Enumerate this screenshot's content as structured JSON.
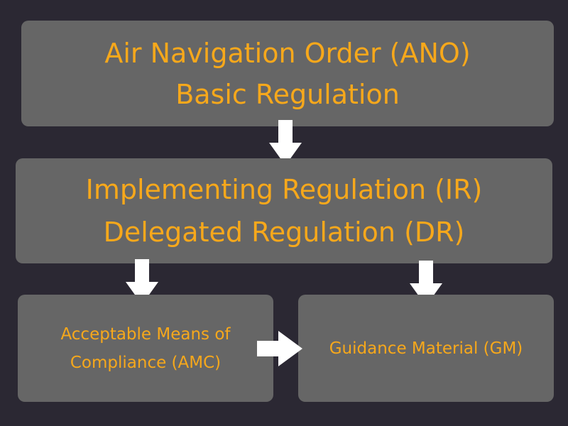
{
  "colors": {
    "background": "#2b2833",
    "box_fill": "#666666",
    "text": "#f7a81b",
    "arrow": "#ffffff"
  },
  "boxes": {
    "ano": {
      "line1": "Air Navigation Order (ANO)",
      "line2": "Basic Regulation"
    },
    "ir": {
      "line1": "Implementing Regulation (IR)",
      "line2": "Delegated Regulation (DR)"
    },
    "amc": {
      "line1": "Acceptable Means of",
      "line2": "Compliance (AMC)"
    },
    "gm": {
      "line1": "Guidance Material (GM)"
    }
  },
  "arrows": [
    {
      "from": "ano",
      "to": "ir",
      "direction": "down"
    },
    {
      "from": "ir",
      "to": "amc",
      "direction": "down"
    },
    {
      "from": "ir",
      "to": "gm",
      "direction": "down"
    },
    {
      "from": "amc",
      "to": "gm",
      "direction": "right"
    }
  ]
}
